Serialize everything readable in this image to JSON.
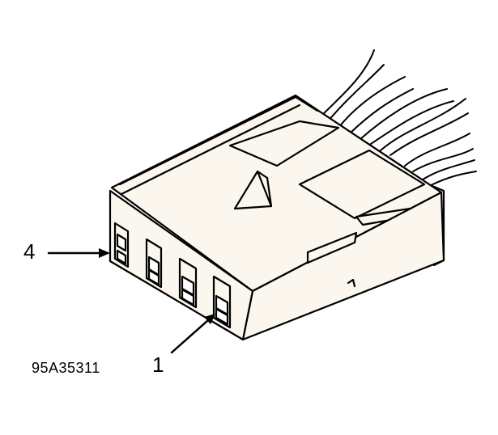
{
  "figure": {
    "code": "95A35311",
    "callouts": [
      {
        "id": "pin-4",
        "text": "4"
      },
      {
        "id": "pin-1",
        "text": "1"
      }
    ],
    "subject": "connector-housing",
    "cavity_count": 4,
    "colors": {
      "line": "#000000",
      "fill": "#fbf6ee",
      "background": "#ffffff"
    }
  }
}
